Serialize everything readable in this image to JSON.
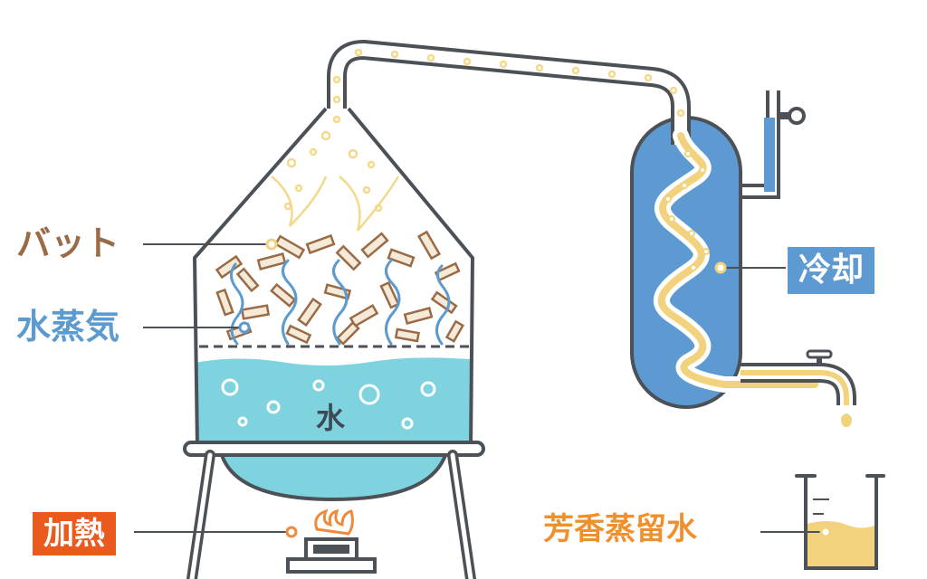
{
  "labels": {
    "vat": "バット",
    "steam": "水蒸気",
    "water": "水",
    "heat": "加熱",
    "cooling": "冷却",
    "product": "芳香蒸留水"
  },
  "colors": {
    "outline": "#4b5157",
    "water": "#7fd3de",
    "water_light": "#a9e3ea",
    "condenser": "#5e9ad2",
    "steam": "#5b9bd0",
    "chips_fill": "#f5ead8",
    "chips_stroke": "#9a6b47",
    "vapor": "#f3d98a",
    "distillate": "#f2d27d",
    "flame": "#f08a3a",
    "heat_badge": "#ea5a1e",
    "label_brown": "#9a6b47",
    "label_orange": "#f0902c"
  }
}
